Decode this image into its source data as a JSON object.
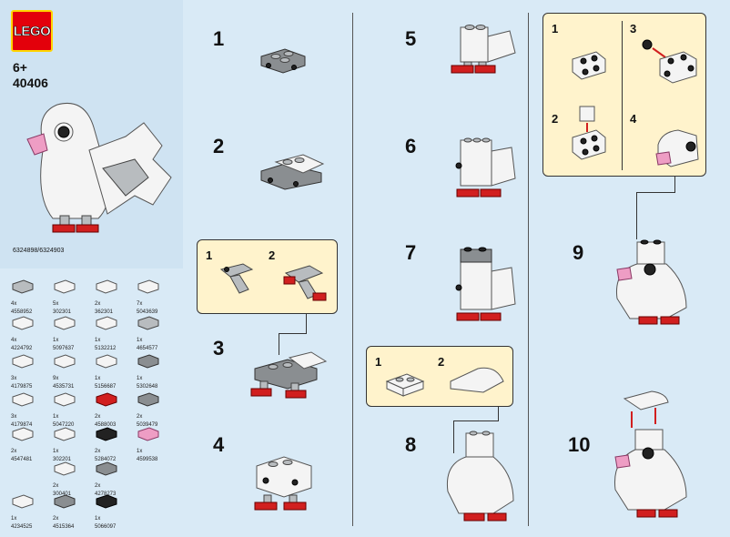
{
  "brand": {
    "logo_text": "LEGO",
    "age": "6+",
    "set_number": "40406",
    "element_ids": "6324898/6324903"
  },
  "inventory": [
    {
      "qty": "4x",
      "id": "4558952"
    },
    {
      "qty": "5x",
      "id": "302301"
    },
    {
      "qty": "2x",
      "id": "362301"
    },
    {
      "qty": "7x",
      "id": "5043639"
    },
    {
      "qty": "4x",
      "id": "4224792"
    },
    {
      "qty": "1x",
      "id": "5097637"
    },
    {
      "qty": "1x",
      "id": "5132212"
    },
    {
      "qty": "1x",
      "id": "4654577"
    },
    {
      "qty": "3x",
      "id": "4179875"
    },
    {
      "qty": "9x",
      "id": "4535731"
    },
    {
      "qty": "1x",
      "id": "5156687"
    },
    {
      "qty": "1x",
      "id": "5302648"
    },
    {
      "qty": "3x",
      "id": "4179874"
    },
    {
      "qty": "1x",
      "id": "5047220"
    },
    {
      "qty": "2x",
      "id": "4588003"
    },
    {
      "qty": "2x",
      "id": "5039479"
    },
    {
      "qty": "2x",
      "id": "4547481"
    },
    {
      "qty": "1x",
      "id": "302201"
    },
    {
      "qty": "2x",
      "id": "5284072"
    },
    {
      "qty": "1x",
      "id": "4599538"
    },
    {
      "qty": "2x",
      "id": "300401"
    },
    {
      "qty": "2x",
      "id": "4278273"
    },
    {
      "qty": "1x",
      "id": "4234525"
    },
    {
      "qty": "2x",
      "id": "4515364"
    },
    {
      "qty": "1x",
      "id": "5066097"
    }
  ],
  "steps": [
    "1",
    "2",
    "3",
    "4",
    "5",
    "6",
    "7",
    "8",
    "9",
    "10"
  ],
  "callouts": {
    "a": [
      "1",
      "2"
    ],
    "b": [
      "1",
      "2"
    ],
    "c": [
      "1",
      "2",
      "3",
      "4"
    ]
  },
  "colors": {
    "lego_red": "#e3000b",
    "lego_yellow": "#ffd500",
    "callout_bg": "#fff3cc",
    "page_bg": "#d9eaf6"
  }
}
